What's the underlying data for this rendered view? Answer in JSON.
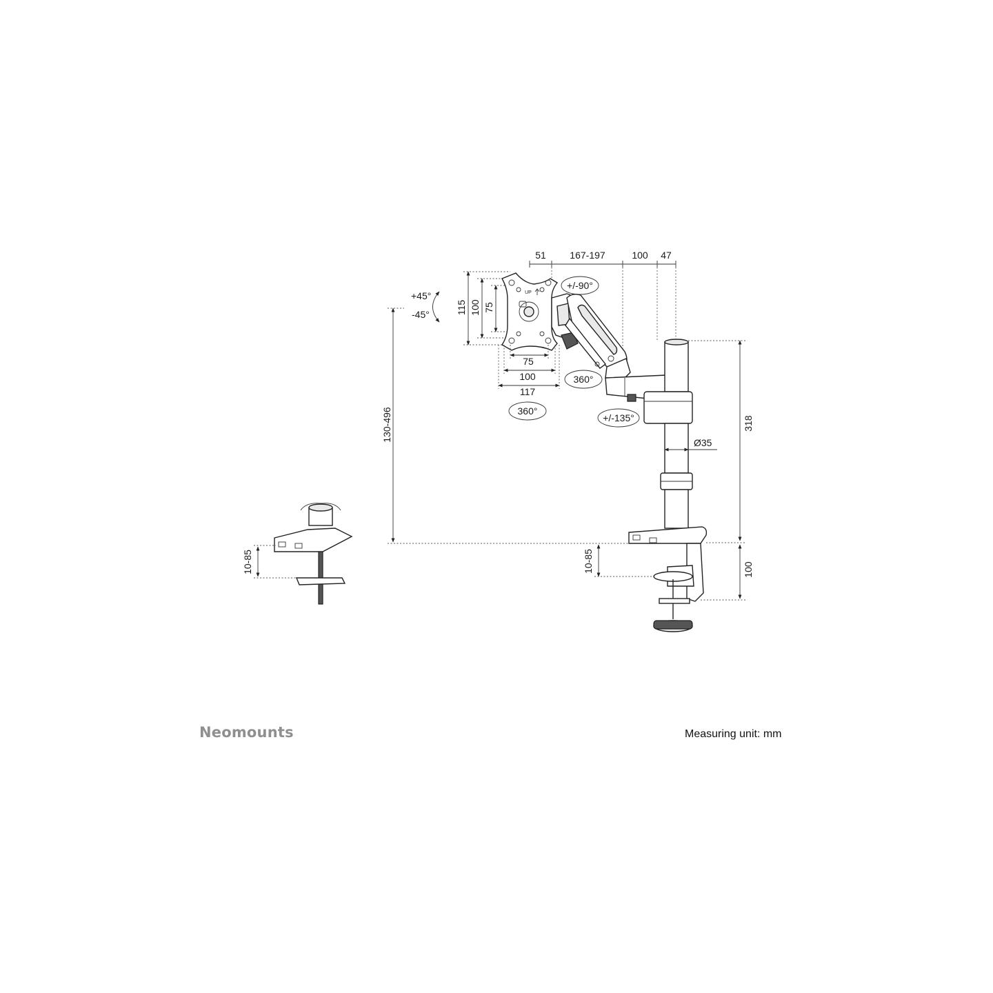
{
  "brand": {
    "name": "Neomounts"
  },
  "footer": {
    "unit_label": "Measuring unit: mm"
  },
  "dimensions": {
    "top_51": "51",
    "top_167_197": "167-197",
    "top_100": "100",
    "top_47": "47",
    "vesa_h_115": "115",
    "vesa_h_100": "100",
    "vesa_h_75": "75",
    "vesa_w_75": "75",
    "vesa_w_100": "100",
    "vesa_w_117": "117",
    "height_range": "130-496",
    "pole_height": "318",
    "pole_diameter": "Ø35",
    "clamp_range_main": "10-85",
    "clamp_range_detail": "10-85",
    "clamp_height": "100"
  },
  "rotations": {
    "tilt_up": "+45°",
    "tilt_down": "-45°",
    "rotate_plate": "+/-90°",
    "swivel_plate": "360°",
    "swivel_arm": "360°",
    "swivel_base": "+/-135°"
  },
  "markings": {
    "up_label": "UP"
  }
}
